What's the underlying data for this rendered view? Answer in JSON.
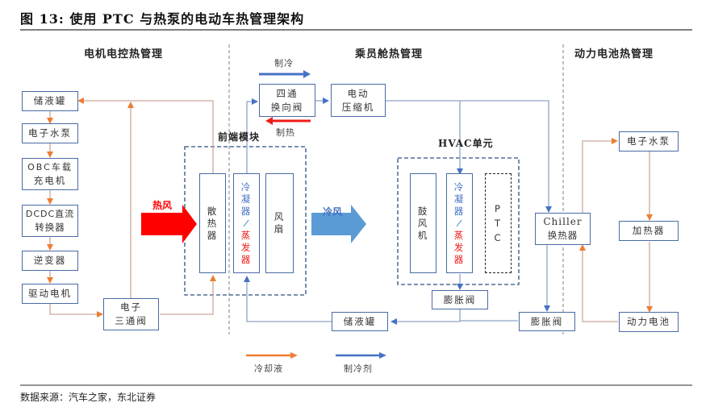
{
  "figure": {
    "title": "图 13: 使用 PTC 与热泵的电动车热管理架构",
    "source": "数据来源：汽车之家，东北证券"
  },
  "sections": {
    "motor": "电机电控热管理",
    "cabin": "乘员舱热管理",
    "battery": "动力电池热管理"
  },
  "motor_chain": {
    "reservoir": "储液罐",
    "pump": "电子水泵",
    "obc_line1": "OBC车载",
    "obc_line2": "充电机",
    "dcdc_line1": "DCDC直流",
    "dcdc_line2": "转换器",
    "inverter": "逆变器",
    "motor": "驱动电机",
    "valve_line1": "电子",
    "valve_line2": "三通阀"
  },
  "front_module": {
    "label": "前端模块",
    "radiator": [
      "散",
      "热",
      "器"
    ],
    "cond_blue": [
      "冷",
      "凝",
      "器",
      "/"
    ],
    "cond_red": [
      "蒸",
      "发",
      "器"
    ],
    "fan": [
      "风",
      "扇"
    ],
    "hot_air": "热风",
    "cold_air": "冷风"
  },
  "refrigerant": {
    "cooling": "制冷",
    "heating": "制热",
    "four_way_line1": "四通",
    "four_way_line2": "换向阀",
    "compressor_line1": "电动",
    "compressor_line2": "压缩机",
    "hvac_label": "HVAC单元",
    "blower": [
      "鼓",
      "风",
      "机"
    ],
    "evap_blue": [
      "冷",
      "凝",
      "器",
      "/"
    ],
    "evap_red": [
      "蒸",
      "发",
      "器"
    ],
    "ptc": [
      "P",
      "T",
      "C"
    ],
    "exp_valve_hvac": "膨胀阀",
    "exp_valve_chiller": "膨胀阀",
    "reservoir": "储液罐",
    "chiller_line1": "Chiller",
    "chiller_line2": "换热器"
  },
  "battery_chain": {
    "pump": "电子水泵",
    "heater": "加热器",
    "battery": "动力电池"
  },
  "legend": {
    "coolant": "冷却液",
    "refrigerant": "制冷剂",
    "coolant_color": "#ed7d31",
    "refrigerant_color": "#4472c4"
  },
  "colors": {
    "box_border": "#4a6aa5",
    "coolant_line": "#c9a99a",
    "coolant_arrow": "#ed7d31",
    "refrigerant_line": "#8fa3c7",
    "refrigerant_arrow": "#4472c4",
    "hot_air": "#ff0000",
    "cold_air": "#5b9bd5"
  }
}
